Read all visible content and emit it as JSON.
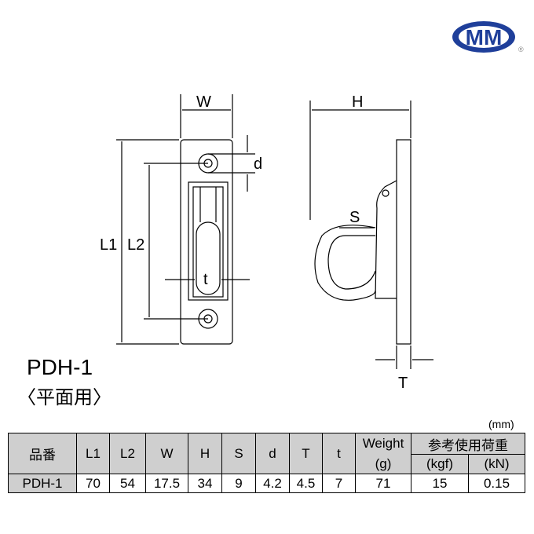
{
  "logo": {
    "text": "MM",
    "registered": "®",
    "color": "#1f3f9a"
  },
  "drawing": {
    "labels": {
      "W": "W",
      "H": "H",
      "d": "d",
      "L1": "L1",
      "L2": "L2",
      "S": "S",
      "t": "t",
      "T": "T"
    }
  },
  "model": "PDH-1",
  "view": "〈平面用〉",
  "table": {
    "unit": "(mm)",
    "headers": {
      "part": "品番",
      "L1": "L1",
      "L2": "L2",
      "W": "W",
      "H": "H",
      "S": "S",
      "d": "d",
      "T": "T",
      "t": "t",
      "weight": "Weight",
      "weight_unit": "(g)",
      "load": "参考使用荷重",
      "kgf": "(kgf)",
      "kn": "(kN)"
    },
    "row": {
      "part": "PDH-1",
      "L1": "70",
      "L2": "54",
      "W": "17.5",
      "H": "34",
      "S": "9",
      "d": "4.2",
      "T": "4.5",
      "t": "7",
      "weight": "71",
      "kgf": "15",
      "kn": "0.15"
    }
  }
}
